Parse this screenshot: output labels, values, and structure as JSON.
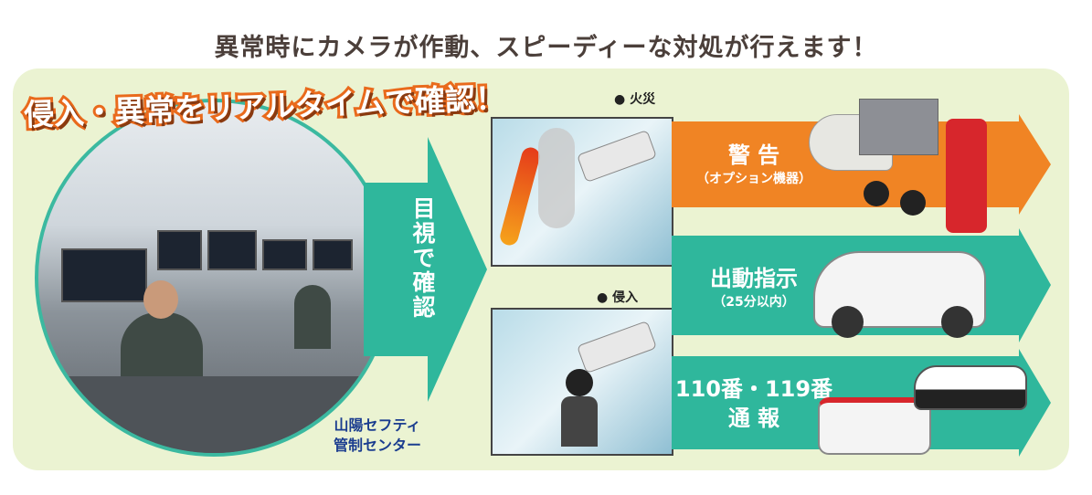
{
  "title": "異常時にカメラが作動、スピーディーな対処が行えます！",
  "banner": "侵入・異常をリアルタイムで確認！",
  "visual_check": "目視で確認",
  "control_center": {
    "line1": "山陽セフティ",
    "line2": "管制センター"
  },
  "scenes": [
    {
      "label": "● 火災"
    },
    {
      "label": "● 侵入"
    }
  ],
  "actions": [
    {
      "title": "警 告",
      "subtitle": "（オプション機器）",
      "color": "#f08424"
    },
    {
      "title": "出動指示",
      "subtitle": "（25分以内）",
      "color": "#2fb79c"
    },
    {
      "title": "110番・119番",
      "subtitle": "通 報",
      "color": "#2fb79c"
    }
  ],
  "colors": {
    "panel": "#ebf3d2",
    "teal": "#2fb79c",
    "orange": "#f08424",
    "title": "#4b3f3a",
    "center": "#1b3d8f"
  }
}
